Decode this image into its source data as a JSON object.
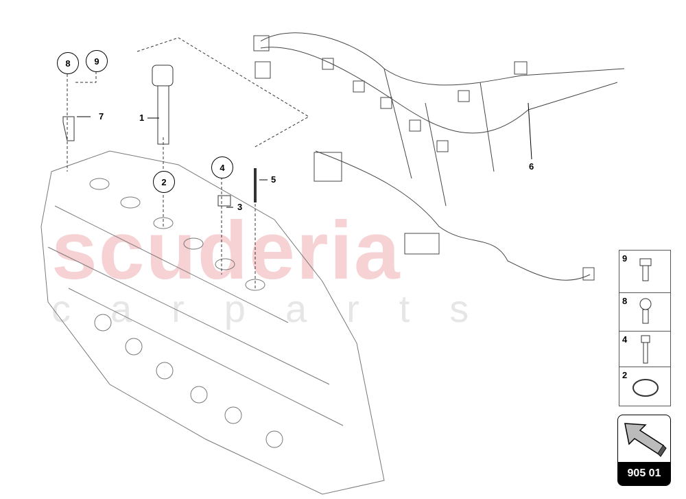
{
  "watermark": {
    "brand": "scuderia",
    "sub": "carparts"
  },
  "callouts_circled": [
    "8",
    "9",
    "2",
    "4"
  ],
  "labels": {
    "part1": "1",
    "part3": "3",
    "part5": "5",
    "part6": "6",
    "part7": "7"
  },
  "legend": [
    {
      "num": "9",
      "part": "clip"
    },
    {
      "num": "8",
      "part": "screw"
    },
    {
      "num": "4",
      "part": "bolt"
    },
    {
      "num": "2",
      "part": "o-ring"
    }
  ],
  "page_nav": {
    "code": "905 01",
    "icon": "arrow-up-left-icon"
  },
  "colors": {
    "watermark_red": "#f6d2d4",
    "watermark_grey": "#e6e6e6",
    "line": "#333333"
  }
}
